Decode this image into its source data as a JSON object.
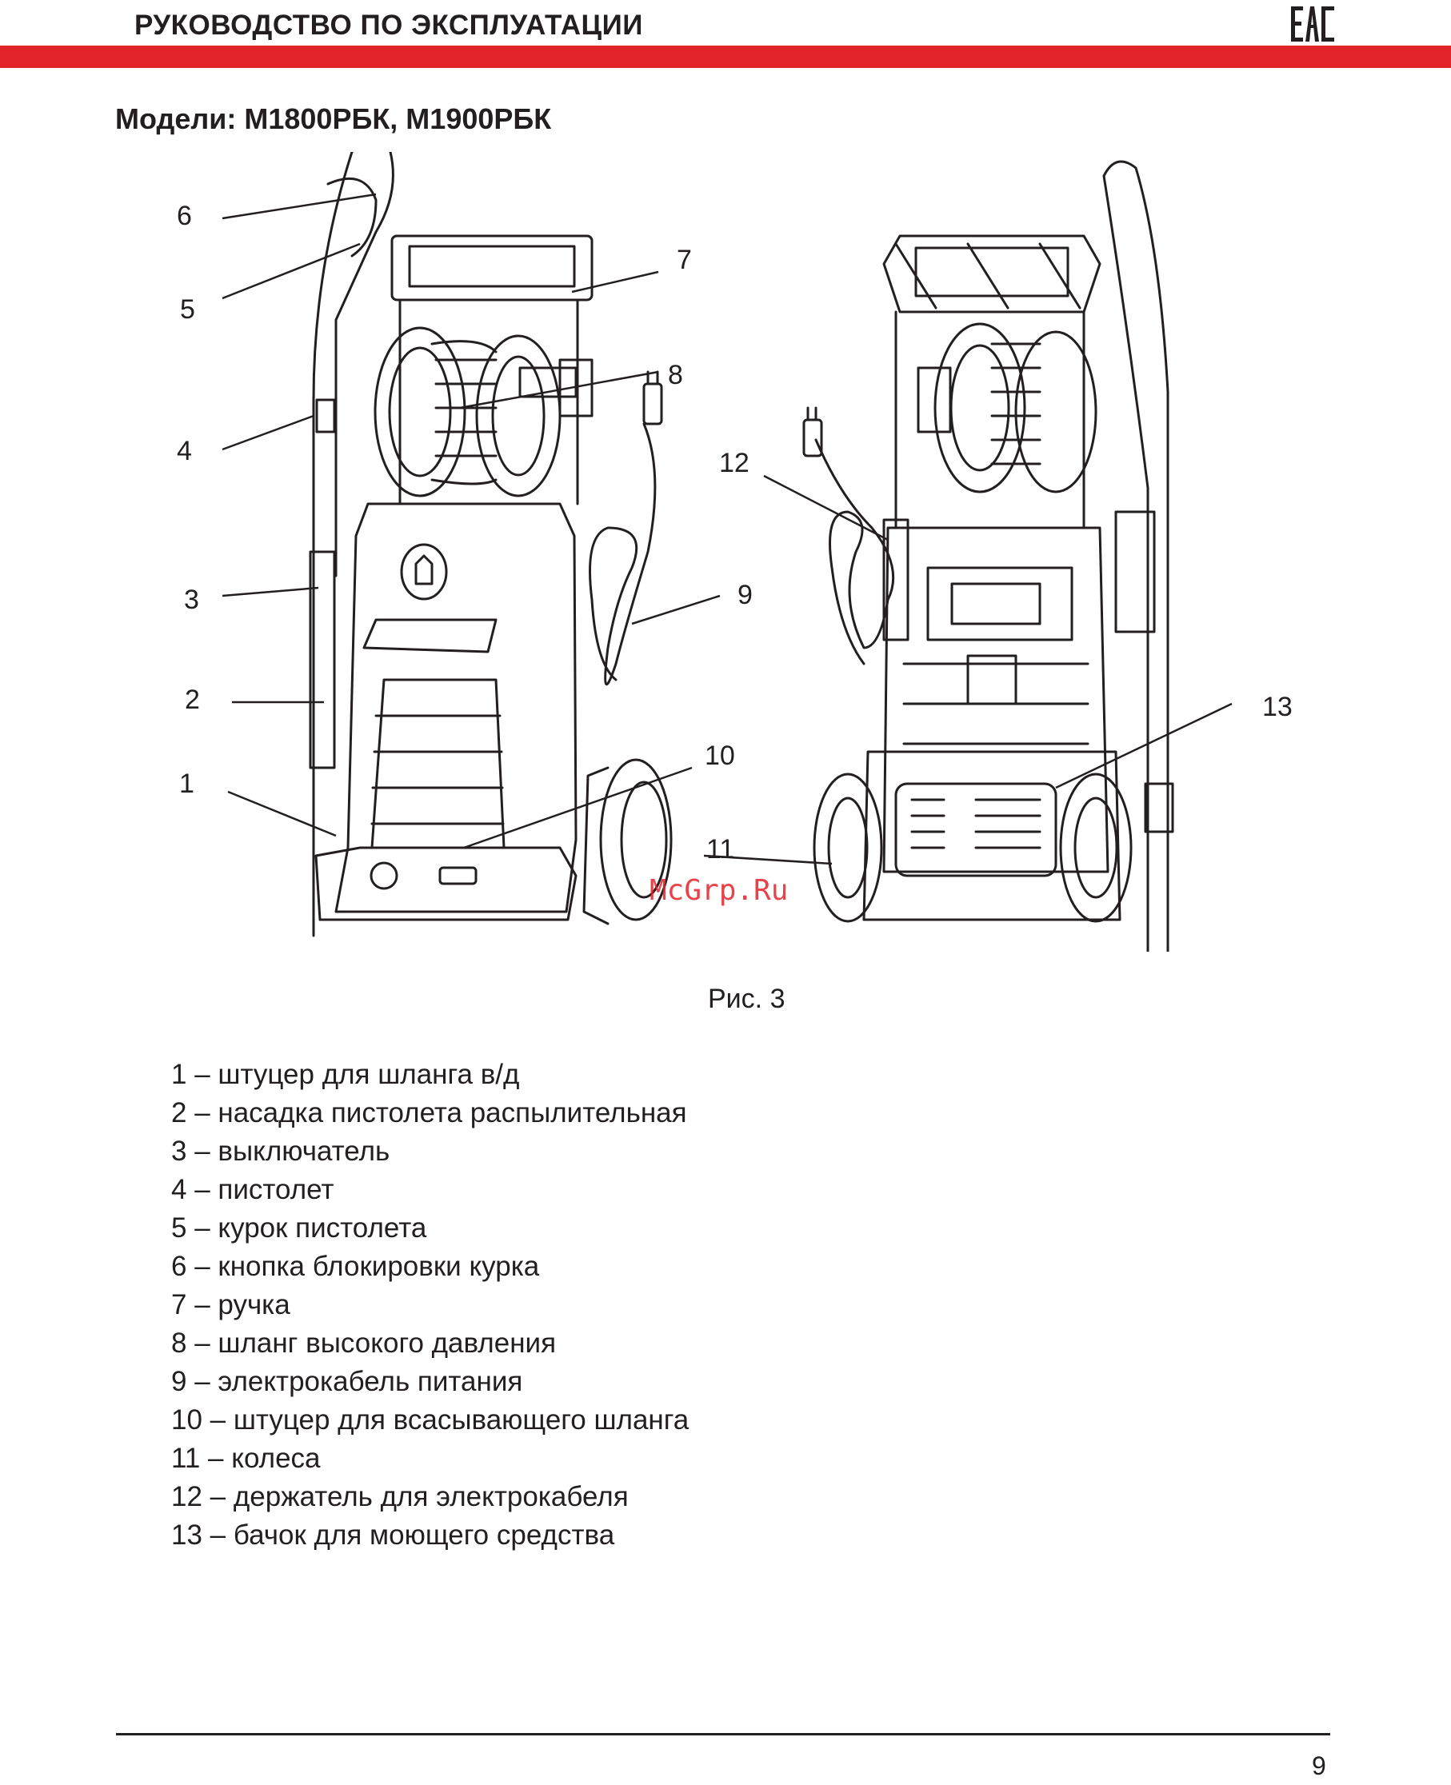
{
  "header": {
    "title": "РУКОВОДСТВО ПО ЭКСПЛУАТАЦИИ",
    "logo": "EAC",
    "band_color": "#e3232a"
  },
  "models_heading": "Модели: М1800РБК, М1900РБК",
  "figure": {
    "callouts": [
      "1",
      "2",
      "3",
      "4",
      "5",
      "6",
      "7",
      "8",
      "9",
      "10",
      "11",
      "12",
      "13"
    ],
    "watermark": "McGrp.Ru",
    "caption": "Рис. 3"
  },
  "legend": [
    "1 – штуцер для шланга в/д",
    "2 – насадка пистолета распылительная",
    "3 – выключатель",
    "4 – пистолет",
    "5 – курок пистолета",
    "6 – кнопка блокировки курка",
    "7 – ручка",
    "8 – шланг высокого давления",
    "9 – электрокабель питания",
    "10 – штуцер для всасывающего шланга",
    "11 – колеса",
    "12 – держатель для электрокабеля",
    "13 – бачок для моющего средства"
  ],
  "footer": {
    "page_number": "9"
  }
}
